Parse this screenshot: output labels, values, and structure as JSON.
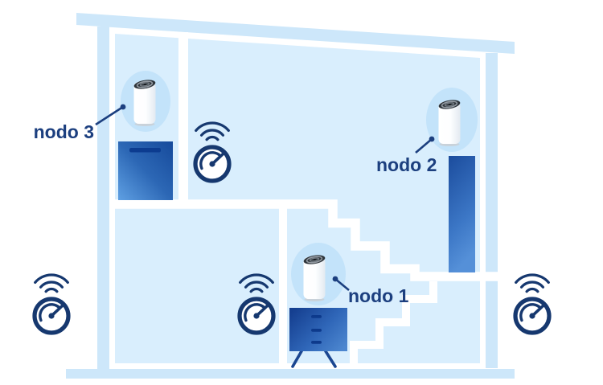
{
  "diagram": {
    "kind": "mesh-wifi-home-coverage-illustration",
    "labels": {
      "node1": "nodo 1",
      "node2": "nodo 2",
      "node3": "nodo 3"
    },
    "devices": [
      {
        "id": "node3",
        "label": "nodo 3",
        "location": "upper-left-room"
      },
      {
        "id": "node2",
        "label": "nodo 2",
        "location": "upper-right-room"
      },
      {
        "id": "node1",
        "label": "nodo 1",
        "location": "lower-middle-room-on-dresser"
      }
    ],
    "icons": {
      "wifi_speedometer": {
        "name": "wifi-speedometer-icon",
        "instances": [
          "outside-left",
          "lower-left-room",
          "upper-center-room",
          "outside-right"
        ]
      },
      "router": "mesh-router-cylinder"
    },
    "scene": {
      "structure": [
        "sloped-roof",
        "left-wall",
        "right-wall",
        "ground-slab",
        "upper-floor",
        "staircase",
        "room-divider-walls"
      ],
      "furniture": [
        "cabinet-upper-left",
        "dresser-under-node1",
        "tall-wardrobe-right"
      ]
    },
    "colors": {
      "icon_navy": "#16386F",
      "text_navy": "#1C3F7F",
      "structure_blue": "#CDE7FA",
      "room_fill": "#D9EEFD",
      "halo_blue": "#C3E3FA",
      "furniture_dark": "#164A9B",
      "furniture_light": "#5FA0E3",
      "white": "#FFFFFF",
      "router_cap_dark": "#2E353B"
    }
  }
}
